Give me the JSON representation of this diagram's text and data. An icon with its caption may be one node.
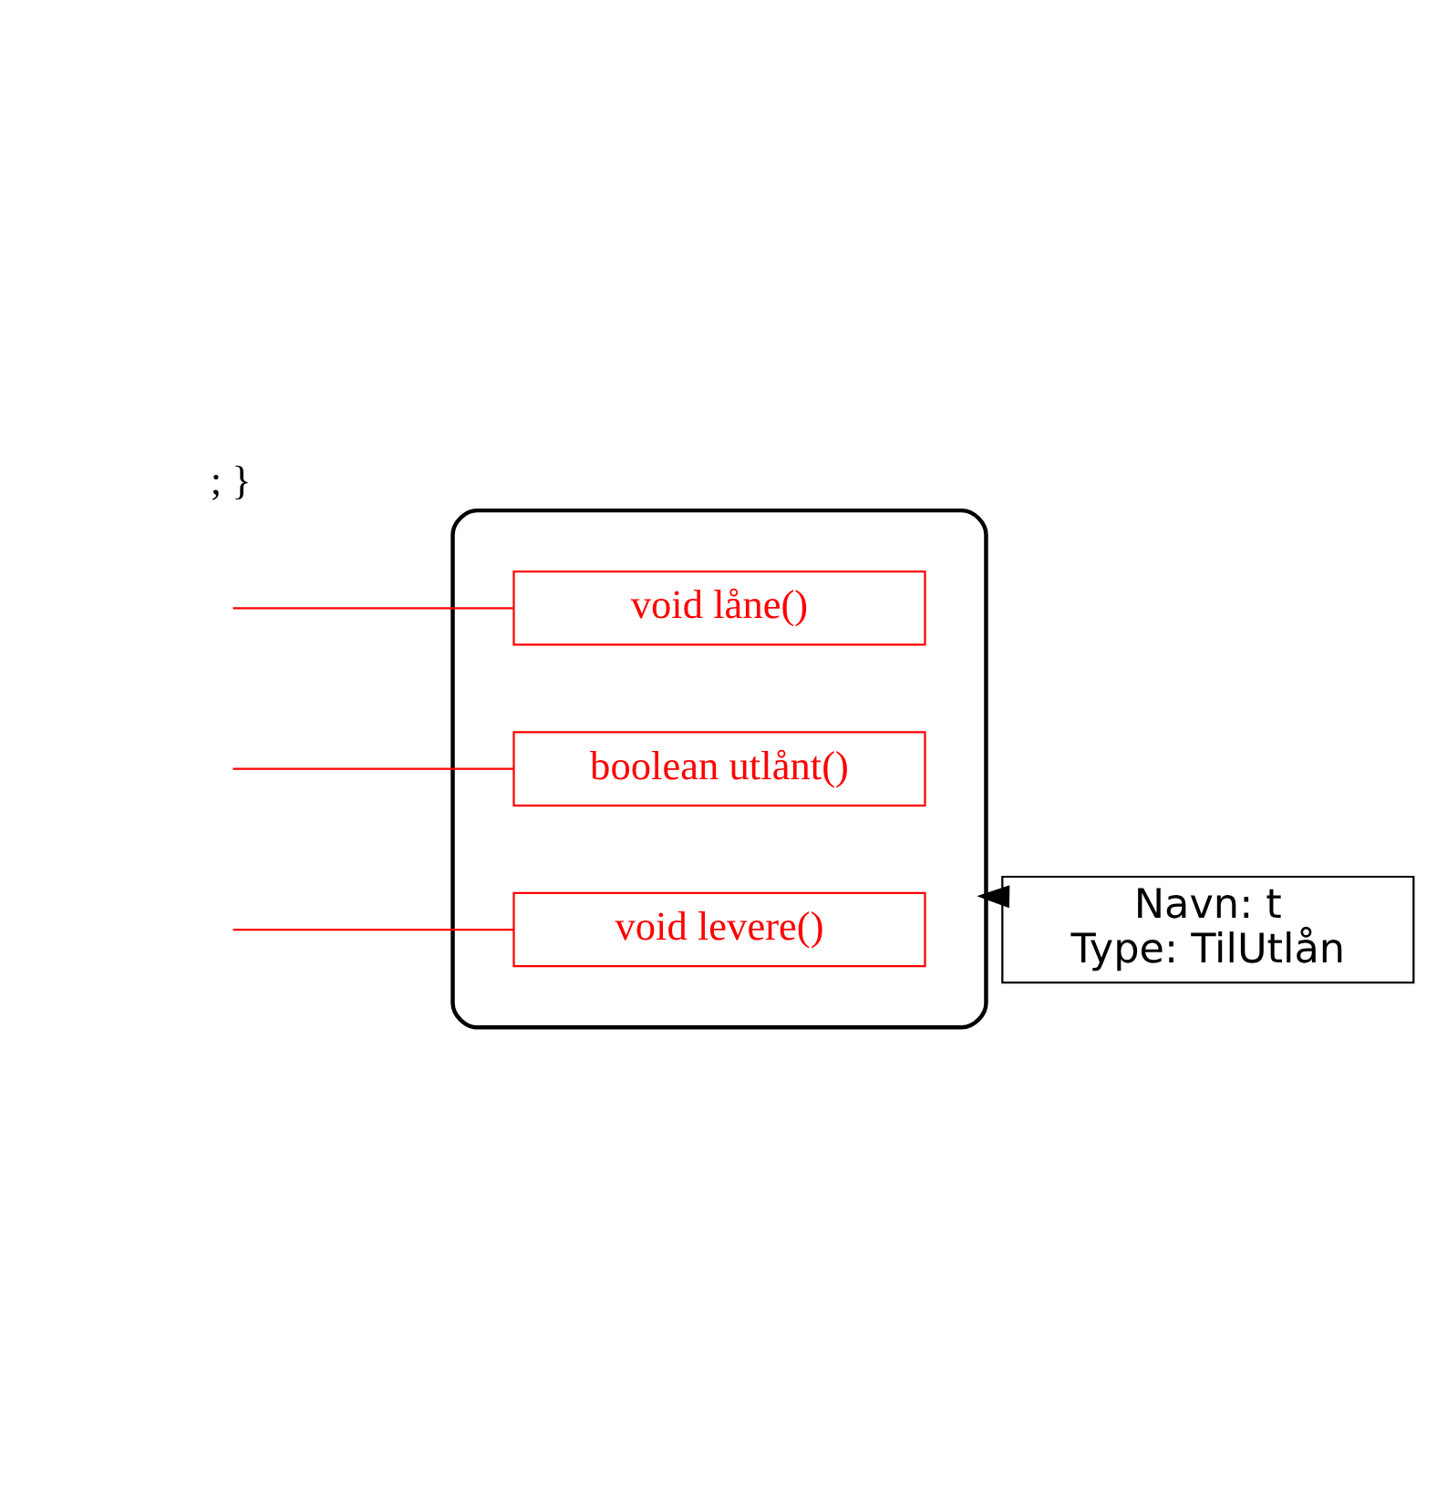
{
  "diagram": {
    "nodes": [
      {
        "text": [],
        "shape": "box"
      },
      {
        "text": [
          "void låne()"
        ],
        "in": 0
      },
      {
        "text": [
          "boolean utlånt()"
        ],
        "in": 0
      },
      {
        "text": [
          "void levere()"
        ],
        "in": 0
      },
      {
        "text": [
          "Navn: t",
          "Type: TilUtlån"
        ]
      }
    ],
    "edges": [
      {
        "from": null,
        "to": 1,
        "arrow": "none"
      },
      {
        "from": null,
        "to": 2,
        "arrow": "none"
      },
      {
        "from": null,
        "to": 3,
        "arrow": "none"
      },
      {
        "from": 4,
        "to": 0,
        "arrow": "to",
        "style": "thick",
        "color": "#000000"
      }
    ],
    "labels": [
      "; }"
    ]
  }
}
